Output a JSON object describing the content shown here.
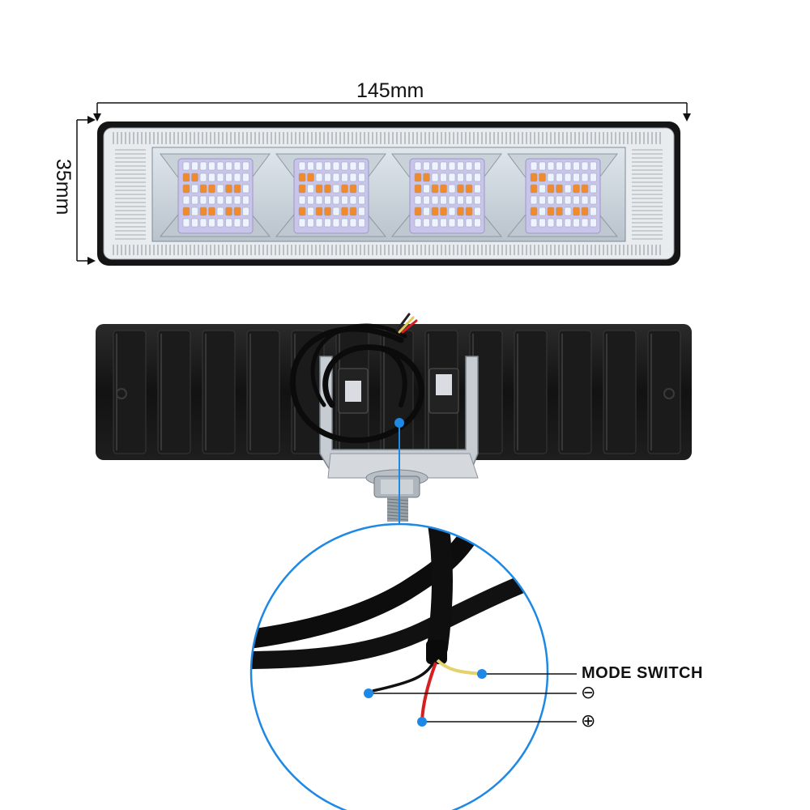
{
  "dimensions": {
    "width": "145mm",
    "height": "35mm"
  },
  "wires": {
    "mode_switch": "MODE SWITCH",
    "negative": "⊖",
    "positive": "⊕"
  },
  "colors": {
    "callout_circle": "#1e88e5",
    "wire_yellow": "#e8d66a",
    "wire_red": "#d42020",
    "wire_black": "#111111",
    "led_white": "#eef4ff",
    "led_amber": "#f08a2a",
    "housing": "#141414"
  },
  "icons": [
    "dimension-arrow",
    "connection-dot",
    "minus-circle-symbol",
    "plus-circle-symbol"
  ]
}
